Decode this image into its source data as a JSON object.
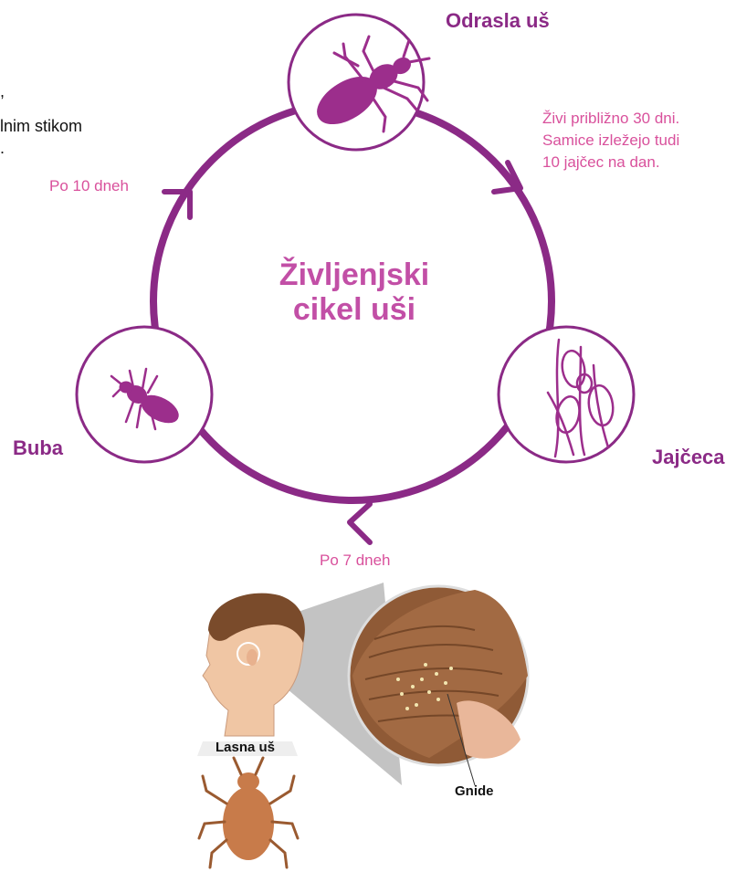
{
  "text_fragments": [
    ",",
    "lnim stikom",
    "."
  ],
  "diagram": {
    "title_line1": "Življenjski",
    "title_line2": "cikel uši",
    "stages": {
      "adult": "Odrasla uš",
      "eggs": "Jajčeca",
      "nymph": "Buba"
    },
    "transitions": {
      "adult_to_eggs": [
        "Živi približno 30 dni.",
        "Samice izležejo tudi",
        "10 jajčec na dan."
      ],
      "eggs_to_nymph": "Po 7 dneh",
      "nymph_to_adult": "Po 10 dneh"
    },
    "colors": {
      "ring": "#8b2a86",
      "arrow_label": "#d9519c",
      "stage_label": "#8b2a86",
      "title": "#c24fa6"
    }
  },
  "illustration": {
    "label_louse": "Lasna uš",
    "label_nits": "Gnide"
  }
}
